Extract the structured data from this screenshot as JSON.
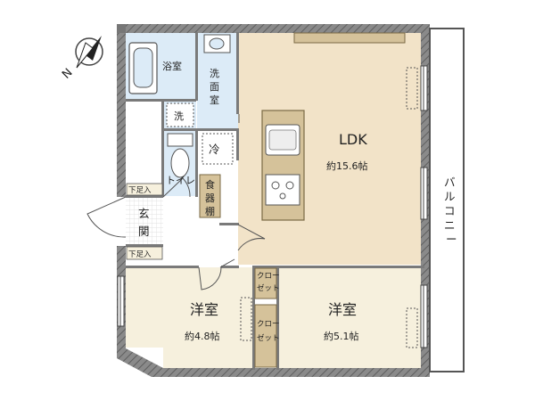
{
  "compass": {
    "letter": "N"
  },
  "rooms": {
    "ldk": {
      "name": "LDK",
      "area": "約15.6帖"
    },
    "western_left": {
      "name": "洋室",
      "area": "約4.8帖"
    },
    "western_right": {
      "name": "洋室",
      "area": "約5.1帖"
    },
    "bath": {
      "name": "浴室"
    },
    "washroom": {
      "name": [
        "洗",
        "面",
        "室"
      ]
    },
    "toilet": {
      "name": "トイレ"
    },
    "entrance": {
      "name": [
        "玄",
        "関"
      ]
    },
    "balcony": {
      "name": [
        "バ",
        "ル",
        "コ",
        "ニ",
        "ー"
      ]
    }
  },
  "fixtures": {
    "washer": "洗",
    "fridge": "冷",
    "pantry": [
      "食",
      "器",
      "棚"
    ],
    "shoe_top": "下足入",
    "shoe_bottom": "下足入",
    "closet_left": [
      "クロー",
      "ゼット"
    ],
    "closet_right": [
      "クロー",
      "ゼット"
    ]
  },
  "colors": {
    "wall": "#7a7a7a",
    "ldk_floor": "#f2e3c8",
    "western_floor": "#f6f0dd",
    "wet_floor": "#dcebf7",
    "pantry": "#d5c29a",
    "balcony_line": "#555555"
  }
}
